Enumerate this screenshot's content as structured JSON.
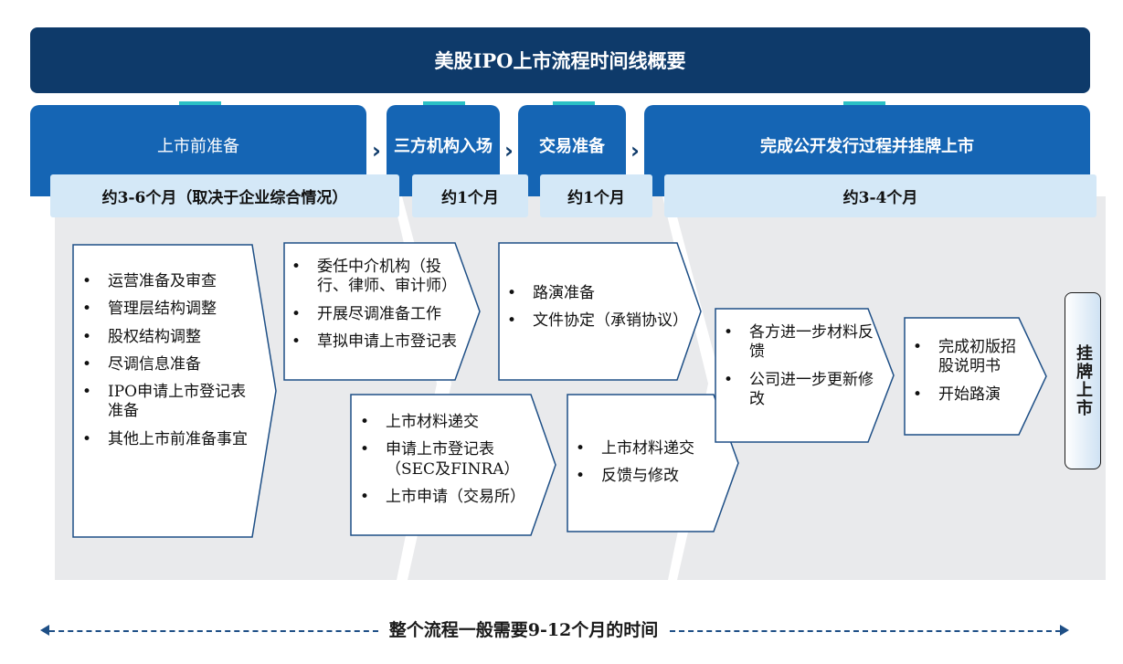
{
  "title": "美股IPO上市流程时间线概要",
  "phases": [
    {
      "label": "上市前准备",
      "duration": "约3-6个月（取决于企业综合情况）"
    },
    {
      "label": "三方机构入场",
      "duration": "约1个月"
    },
    {
      "label": "交易准备",
      "duration": "约1个月"
    },
    {
      "label": "完成公开发行过程并挂牌上市",
      "duration": "约3-4个月"
    }
  ],
  "cards": {
    "prep": [
      "运营准备及审查",
      "管理层结构调整",
      "股权结构调整",
      "尽调信息准备",
      "IPO申请上市登记表准备",
      "其他上市前准备事宜"
    ],
    "third_party_top": [
      "委任中介机构（投行、律师、审计师）",
      "开展尽调准备工作",
      "草拟申请上市登记表"
    ],
    "third_party_bottom": [
      "上市材料递交",
      "申请上市登记表（SEC及FINRA）",
      "上市申请（交易所）"
    ],
    "trade_top": [
      "路演准备",
      "文件协定（承销协议）"
    ],
    "trade_bottom": [
      "上市材料递交",
      "反馈与修改"
    ],
    "final_1": [
      "各方进一步材料反馈",
      "公司进一步更新修改"
    ],
    "final_2": [
      "完成初版招股说明书",
      "开始路演"
    ]
  },
  "listing_label": "挂牌上市",
  "footer": "整个流程一般需要9-12个月的时间",
  "colors": {
    "navy": "#0e3a6a",
    "blue": "#1565b4",
    "teal": "#2bc0c5",
    "light_blue": "#d4e8f7",
    "band": "#e9eaec"
  }
}
